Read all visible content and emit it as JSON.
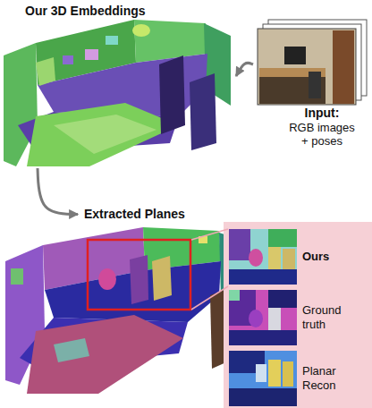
{
  "diagram": {
    "nodes": [
      {
        "text": [
          "Our 3D Embeddings"
        ]
      },
      {
        "text": [
          "Input:",
          "RGB images + poses"
        ]
      },
      {
        "text": [
          "Extracted Planes"
        ]
      },
      {
        "text": [
          "Ours"
        ]
      },
      {
        "text": [
          "Ground truth"
        ]
      },
      {
        "text": [
          "Planar Recon"
        ]
      }
    ],
    "edges": [
      {
        "from": 1,
        "to": 0,
        "arrow": "to"
      },
      {
        "from": 0,
        "to": 2,
        "arrow": "to"
      }
    ]
  }
}
